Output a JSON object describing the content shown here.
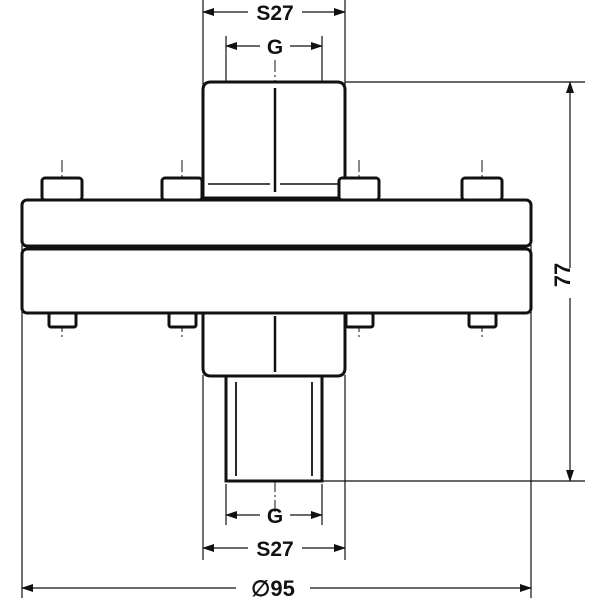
{
  "dimensions": {
    "top_wrench_size": "S27",
    "top_thread": "G",
    "bottom_thread": "G",
    "bottom_wrench_size": "S27",
    "height": "77",
    "diameter": "∅95"
  },
  "colors": {
    "line": "#111111",
    "background": "#ffffff"
  }
}
